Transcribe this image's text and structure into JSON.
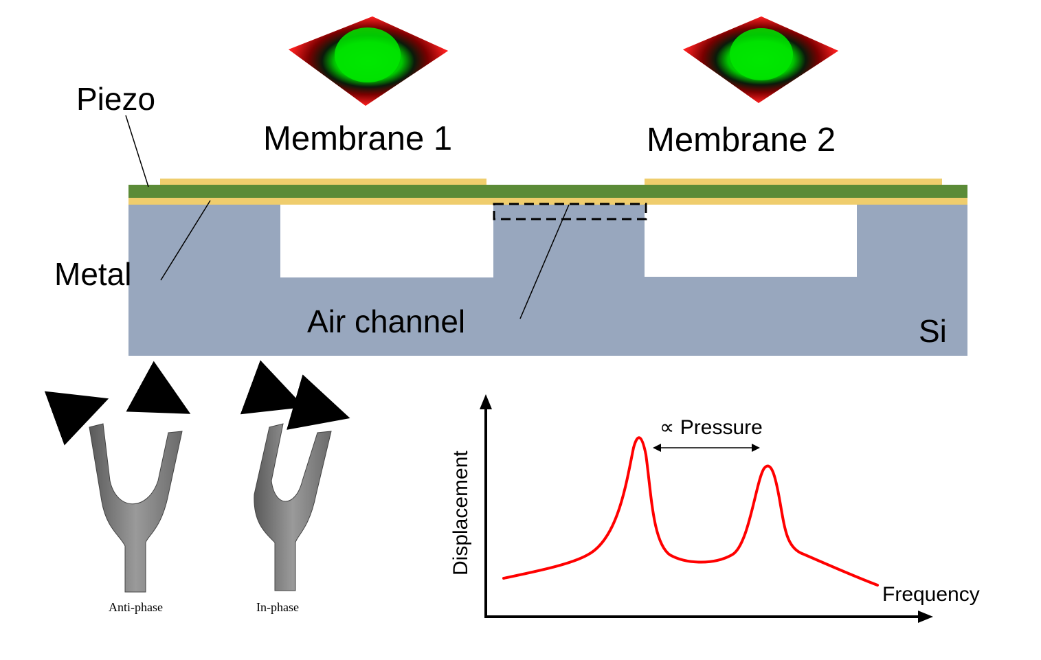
{
  "labels": {
    "piezo": "Piezo",
    "metal": "Metal",
    "membrane1": "Membrane 1",
    "membrane2": "Membrane 2",
    "air_channel": "Air channel",
    "si": "Si"
  },
  "fork": {
    "anti_phase": "Anti-phase",
    "in_phase": "In-phase"
  },
  "graph": {
    "y_label": "Displacement",
    "x_label": "Frequency",
    "annotation": "∝ Pressure"
  },
  "colors": {
    "silicon": "#98A7BE",
    "piezo": "#5B8B37",
    "metal": "#EFCD6D",
    "curve": "#FF0000",
    "mode_center": "#00E000",
    "mode_edge": "#FF1A1A"
  }
}
